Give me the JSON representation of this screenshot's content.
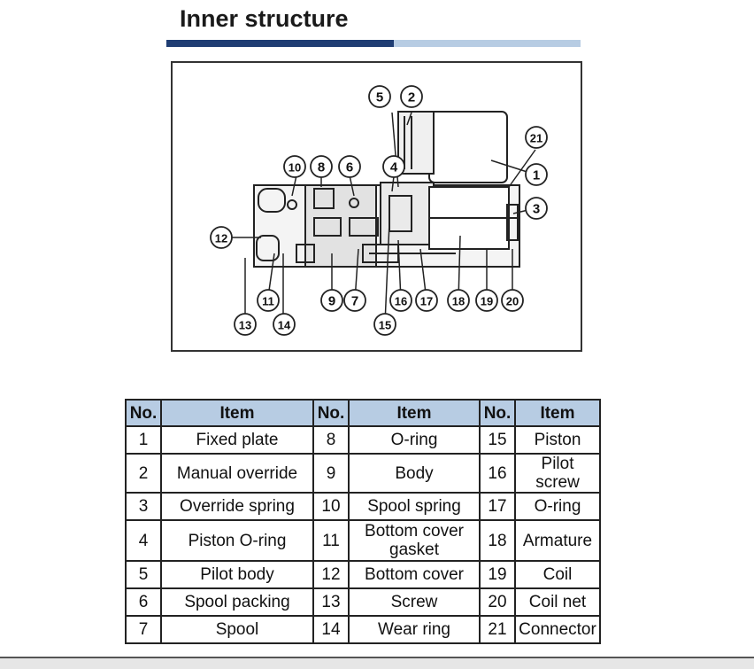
{
  "header": {
    "title": "Inner structure"
  },
  "diagram": {
    "callouts": [
      "1",
      "2",
      "3",
      "4",
      "5",
      "6",
      "7",
      "8",
      "9",
      "10",
      "11",
      "12",
      "13",
      "14",
      "15",
      "16",
      "17",
      "18",
      "19",
      "20",
      "21"
    ]
  },
  "table": {
    "headers": [
      "No.",
      "Item",
      "No.",
      "Item",
      "No.",
      "Item"
    ],
    "rows": [
      [
        "1",
        "Fixed plate",
        "8",
        "O-ring",
        "15",
        "Piston"
      ],
      [
        "2",
        "Manual override",
        "9",
        "Body",
        "16",
        "Pilot screw"
      ],
      [
        "3",
        "Override spring",
        "10",
        "Spool spring",
        "17",
        "O-ring"
      ],
      [
        "4",
        "Piston O-ring",
        "11",
        "Bottom cover gasket",
        "18",
        "Armature"
      ],
      [
        "5",
        "Pilot body",
        "12",
        "Bottom cover",
        "19",
        "Coil"
      ],
      [
        "6",
        "Spool packing",
        "13",
        "Screw",
        "20",
        "Coil net"
      ],
      [
        "7",
        "Spool",
        "14",
        "Wear ring",
        "21",
        "Connector"
      ]
    ]
  },
  "colors": {
    "title_bar_dark": "#1f3d73",
    "title_bar_light": "#b7cce3",
    "table_header": "#b7cce3"
  }
}
